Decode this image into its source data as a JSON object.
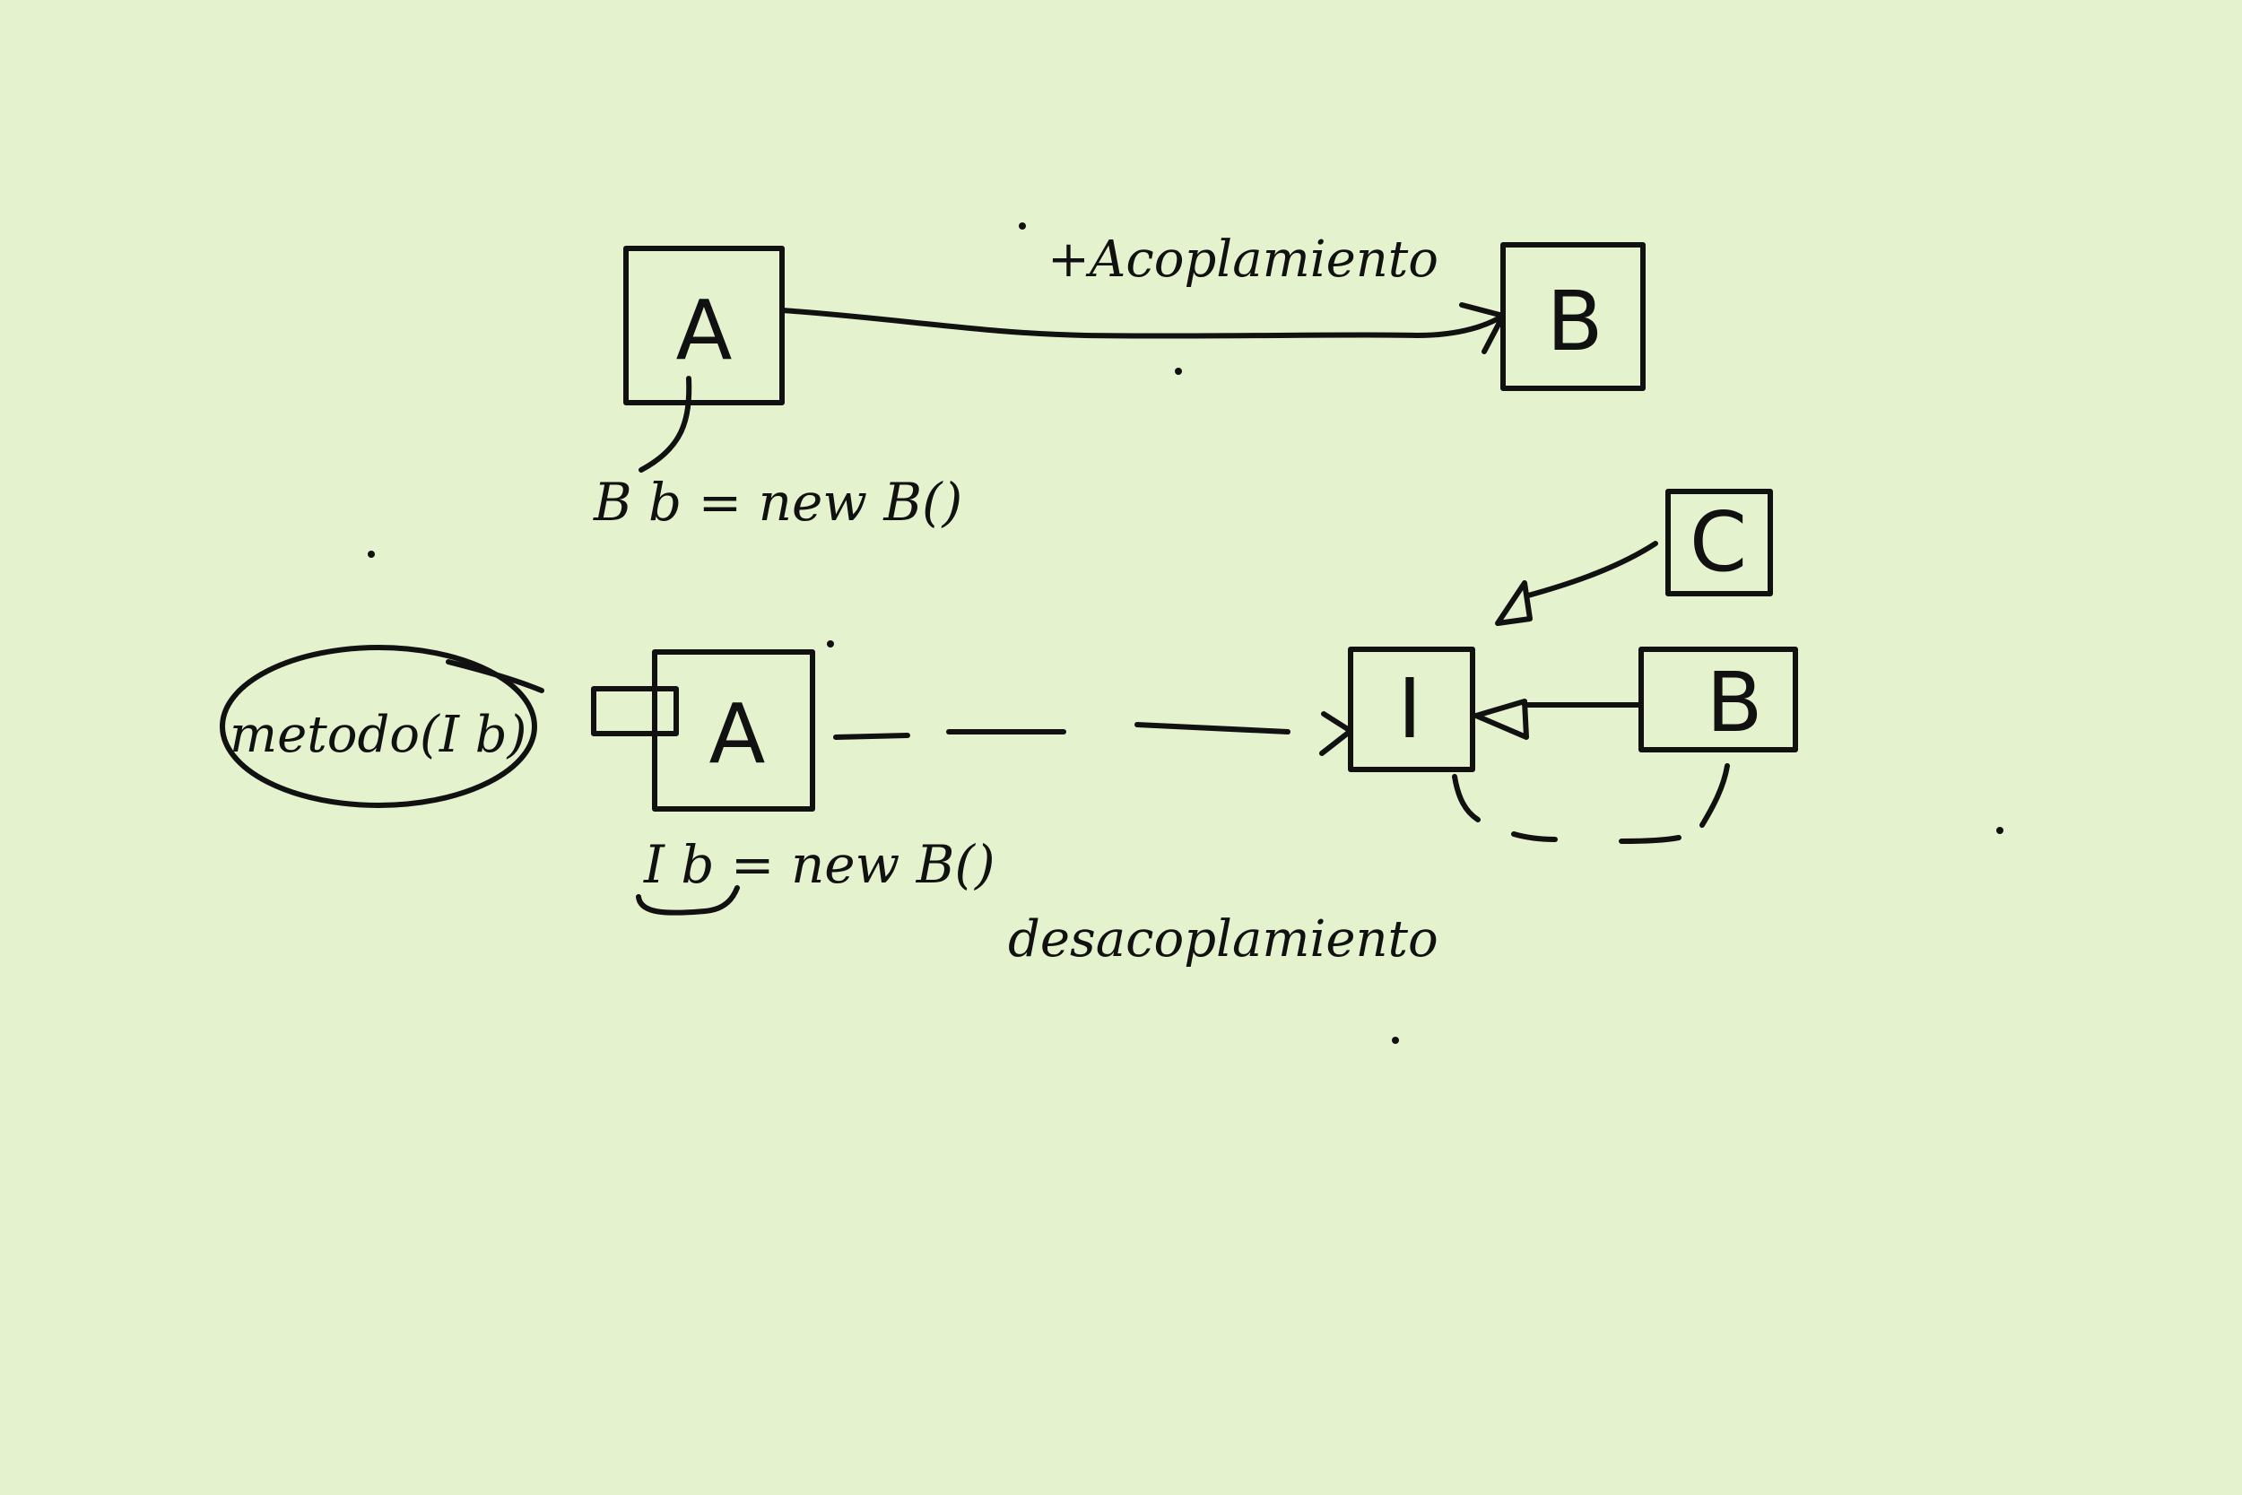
{
  "top": {
    "box_a": "A",
    "box_b": "B",
    "relation_label": "+Acoplamiento",
    "code_note": "B b = new B()"
  },
  "bottom": {
    "box_a": "A",
    "box_i": "I",
    "box_b": "B",
    "box_c": "C",
    "method_note": "metodo(I b)",
    "code_note": "I b = new B()",
    "relation_label": "desacoplamiento"
  },
  "colors": {
    "background": "#e4f2cd",
    "ink": "#111111"
  }
}
